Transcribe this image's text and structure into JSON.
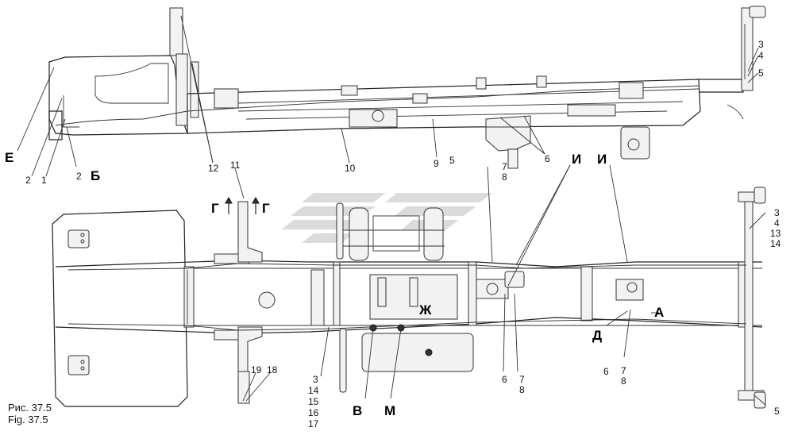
{
  "caption": {
    "ru": "Рис. 37.5",
    "en": "Fig. 37.5"
  },
  "labels": {
    "e": "Е",
    "b": "Б",
    "g": "Г",
    "i": "И",
    "zh": "Ж",
    "a": "А",
    "d": "Д",
    "v": "В",
    "m": "М",
    "n1": "1",
    "n2": "2",
    "n3": "3",
    "n4": "4",
    "n5": "5",
    "n6": "6",
    "n7": "7",
    "n8": "8",
    "n9": "9",
    "n10": "10",
    "n11": "11",
    "n12": "12",
    "n13": "13",
    "n14": "14",
    "n15": "15",
    "n16": "16",
    "n17": "17",
    "n18": "18",
    "n19": "19"
  }
}
